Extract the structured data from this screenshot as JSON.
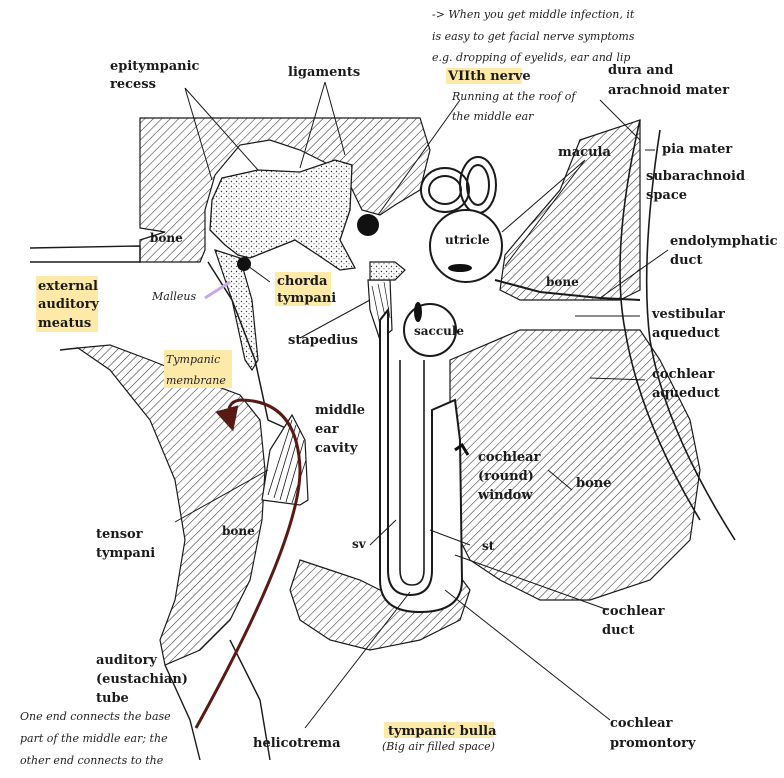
{
  "colors": {
    "highlight": "#fde9a8",
    "arrow": "#5a1a14",
    "malleus_pointer": "#c9a7f0",
    "line": "#1a1a1a"
  },
  "notes": {
    "middle_infection": [
      "-> When you get middle infection, it",
      "is easy to get facial nerve symptoms",
      "e.g. dropping of eyelids, ear and lip"
    ],
    "vii_running": [
      "Running at the roof of",
      "the middle ear"
    ],
    "tube_note": [
      "One end connects the base",
      "part of the middle ear; the",
      "other end connects to the"
    ],
    "bulla_note": "(Big air filled space)",
    "malleus": "Malleus",
    "tympanic_membrane": [
      "Tympanic",
      "membrane"
    ]
  },
  "labels": {
    "epitympanic": [
      "epitympanic",
      "recess"
    ],
    "ligaments": "ligaments",
    "vii_nerve": "VIIth nerve",
    "dura": [
      "dura and",
      "arachnoid mater"
    ],
    "macula": "macula",
    "pia": "pia mater",
    "subarachnoid": [
      "subarachnoid",
      "space"
    ],
    "endolymphatic": [
      "endolymphatic",
      "duct"
    ],
    "bone_left": "bone",
    "external_auditory": [
      "external",
      "auditory",
      "meatus"
    ],
    "chorda": [
      "chorda",
      "tympani"
    ],
    "utricle": "utricle",
    "bone_inner": "bone",
    "vestibular": [
      "vestibular",
      "aqueduct"
    ],
    "stapedius": "stapedius",
    "saccule": "saccule",
    "cochlear_aqueduct": [
      "cochlear",
      "aqueduct"
    ],
    "middle_ear": [
      "middle",
      "ear",
      "cavity"
    ],
    "cochlear_window": [
      "cochlear",
      "(round)",
      "window"
    ],
    "bone_right": "bone",
    "tensor": [
      "tensor",
      "tympani"
    ],
    "bone_mid": "bone",
    "sv": "sv",
    "st": "st",
    "cochlear_duct": [
      "cochlear",
      "duct"
    ],
    "auditory_tube": [
      "auditory",
      "(eustachian)",
      "tube"
    ],
    "helicotrema": "helicotrema",
    "tympanic_bulla": "tympanic bulla",
    "cochlear_promontory": [
      "cochlear",
      "promontory"
    ]
  }
}
